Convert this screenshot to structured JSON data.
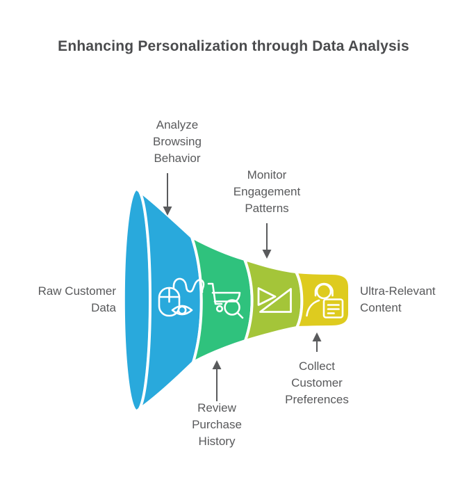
{
  "title": "Enhancing Personalization through Data Analysis",
  "colors": {
    "background": "#FFFFFF",
    "title_text": "#4A4B4D",
    "label_text": "#58595B",
    "arrow": "#595A5C",
    "divider": "#FFFFFF",
    "icon_stroke": "#FFFFFF"
  },
  "funnel": {
    "type": "horizontal-funnel",
    "input_label": "Raw Customer\nData",
    "output_label": "Ultra-Relevant\nContent",
    "stages": [
      {
        "label": "Analyze\nBrowsing\nBehavior",
        "color": "#29A9DC",
        "icon": "computer-mouse-eye-icon",
        "label_position": "top"
      },
      {
        "label": "Review\nPurchase\nHistory",
        "color": "#2FC27D",
        "icon": "shopping-cart-search-icon",
        "label_position": "bottom"
      },
      {
        "label": "Monitor\nEngagement\nPatterns",
        "color": "#A4C539",
        "icon": "send-triangles-icon",
        "label_position": "top"
      },
      {
        "label": "Collect\nCustomer\nPreferences",
        "color": "#DECB1F",
        "icon": "support-agent-document-icon",
        "label_position": "bottom"
      }
    ]
  }
}
